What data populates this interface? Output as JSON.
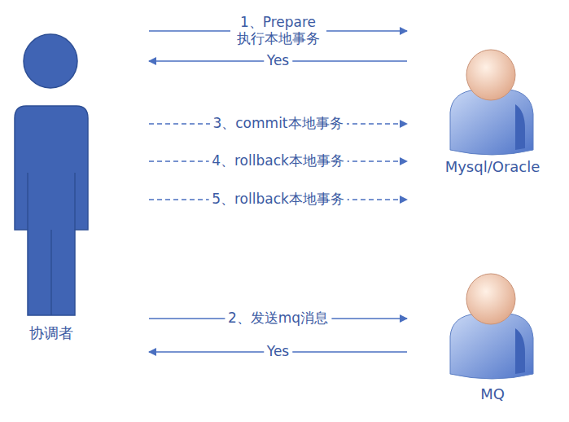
{
  "diagram": {
    "nodes": [
      {
        "text": [
          "协调者"
        ]
      },
      {
        "text": [
          "Mysql/Oracle"
        ]
      },
      {
        "text": [
          "MQ"
        ]
      }
    ],
    "edges": [
      {
        "from": 0,
        "to": 1,
        "arrow": "to",
        "label": "1、Prepare 执行本地事务"
      },
      {
        "from": 1,
        "to": 0,
        "arrow": "to",
        "label": "Yes"
      },
      {
        "from": 0,
        "to": 1,
        "arrow": "to",
        "label": "3、commit本地事务"
      },
      {
        "from": 0,
        "to": 1,
        "arrow": "to",
        "label": "4、rollback本地事务"
      },
      {
        "from": 0,
        "to": 1,
        "arrow": "to",
        "label": "5、rollback本地事务"
      },
      {
        "from": 0,
        "to": 2,
        "arrow": "to",
        "label": "2、发送mq消息"
      },
      {
        "from": 2,
        "to": 0,
        "arrow": "to",
        "label": "Yes"
      }
    ]
  }
}
